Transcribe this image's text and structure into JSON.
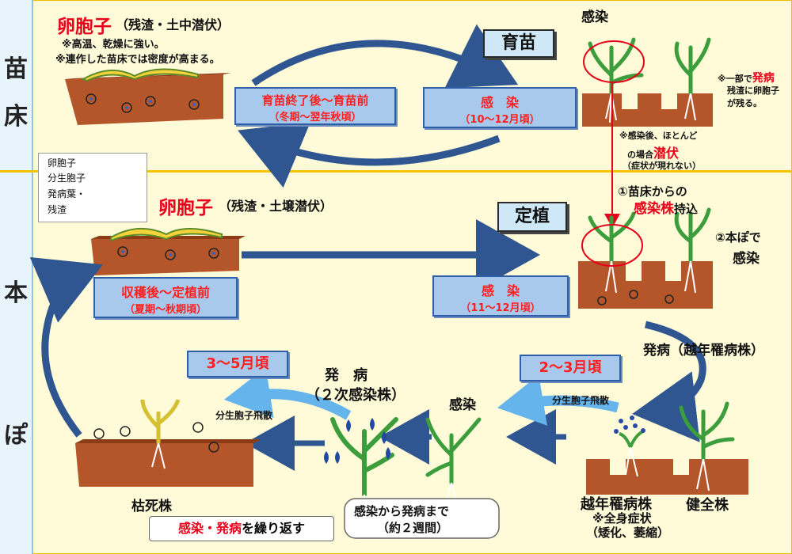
{
  "sections": {
    "nursery": "苗床",
    "field": "本ぽ"
  },
  "top": {
    "spore_title": "卵胞子",
    "spore_sub": "（残渣・土中潜伏）",
    "note1": "※高温、乾燥に強い。",
    "note2": "※連作した苗床では密度が高まる。",
    "period_box_line1": "育苗終了後～育苗前",
    "period_box_line2": "（冬期～翌年秋頃）",
    "stage_ikubyo": "育苗",
    "infect_box_line1": "感　染",
    "infect_box_line2": "（10～12月頃）",
    "infection_label": "感染",
    "note_side_pre": "※一部で",
    "note_side_red": "発病",
    "note_side_line2": "残渣に卵胞子",
    "note_side_line3": "が残る。",
    "latent_note1": "※感染後、ほとんど",
    "latent_note2_pre": "の場合",
    "latent_note2_red": "潜伏",
    "latent_note3": "（症状が現れない）"
  },
  "legend": {
    "item1": "卵胞子",
    "item2": "分生胞子",
    "item3a": "発病葉・",
    "item3b": "残渣"
  },
  "bottom": {
    "spore_title": "卵胞子",
    "spore_sub": "（残渣・土壌潜伏）",
    "stage_teishoku": "定植",
    "transfer_pre": "①苗床からの",
    "transfer_red": "感染株",
    "transfer_post": "持込",
    "honpo_infect_pre": "②本ぽで",
    "honpo_infect_red": "感染",
    "harvest_box_line1": "収穫後～定植前",
    "harvest_box_line2": "（夏期～秋期頃）",
    "infect2_box_line1": "感　染",
    "infect2_box_line2": "（11～12月頃）",
    "overwinter_onset": "発病（越年罹病株）",
    "month_box_35": "3～5月頃",
    "month_box_23": "2～3月頃",
    "secondary_line1": "発　病",
    "secondary_line2": "（２次感染株）",
    "infection_label": "感染",
    "conidia_dispersal_1": "分生胞子飛散",
    "conidia_dispersal_2": "分生胞子飛散",
    "overwinter_plant": "越年罹病株",
    "healthy_plant": "健全株",
    "systemic_line1": "※全身症状",
    "systemic_line2": "（矮化、萎縮）",
    "dead_plant": "枯死株",
    "repeat_red": "感染・発病",
    "repeat_post": "を繰り返す",
    "period_line1": "感染から発病まで",
    "period_line2": "（約２週間）"
  },
  "colors": {
    "soil": "#b5562a",
    "box_fill": "#a8c8ec",
    "box_border": "#2f5ea8",
    "red": "#e8001a",
    "arrow": "#2f5690",
    "light_arrow": "#66b4ec"
  }
}
